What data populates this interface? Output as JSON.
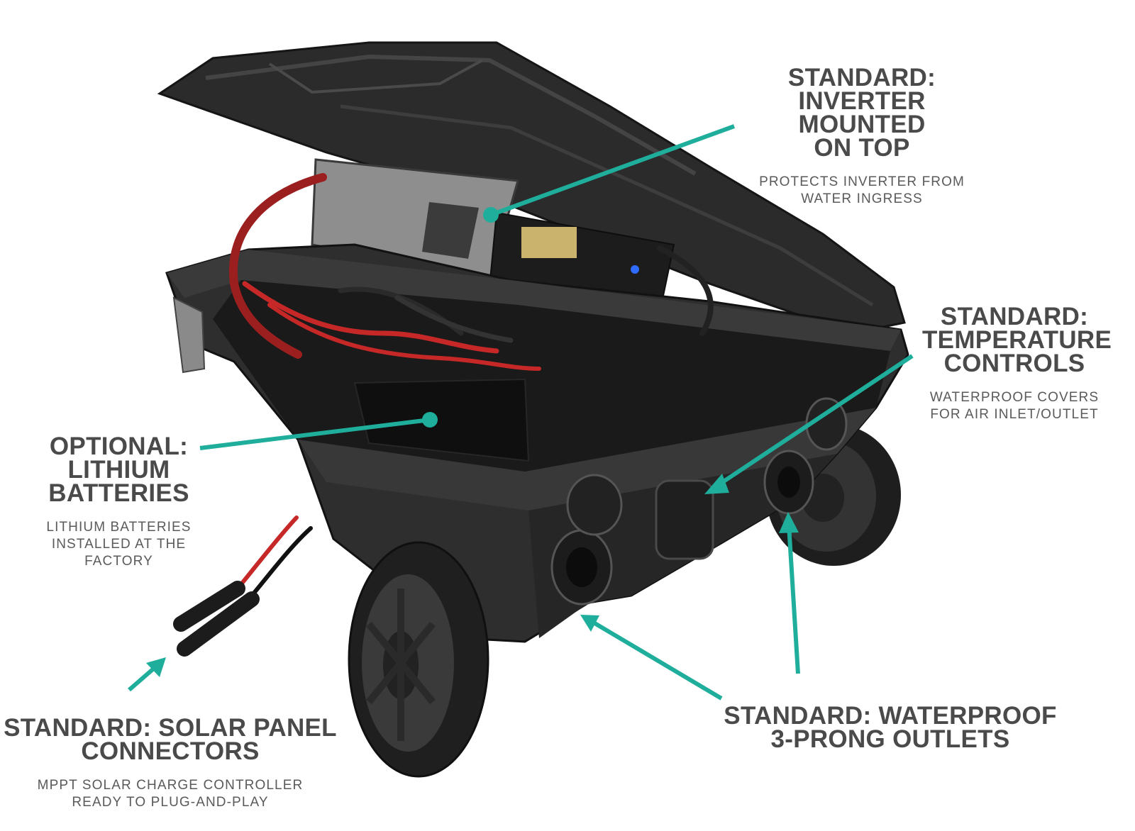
{
  "colors": {
    "accent": "#1fae9c",
    "heading": "#4a4a4a",
    "description": "#5a5a5a"
  },
  "callouts": {
    "inverter": {
      "title": "STANDARD:\nINVERTER MOUNTED\nON TOP",
      "description": "PROTECTS INVERTER FROM\nWATER INGRESS"
    },
    "temperature": {
      "title": "STANDARD:\nTEMPERATURE\nCONTROLS",
      "description": "WATERPROOF COVERS\nFOR AIR INLET/OUTLET"
    },
    "lithium": {
      "title": "OPTIONAL:\nLITHIUM\nBATTERIES",
      "description": "LITHIUM BATTERIES\nINSTALLED AT THE\nFACTORY"
    },
    "outlets": {
      "title": "STANDARD: WATERPROOF\n3-PRONG OUTLETS"
    },
    "solar": {
      "title": "STANDARD: SOLAR PANEL\nCONNECTORS",
      "description": "MPPT SOLAR CHARGE CONTROLLER\nREADY TO PLUG-AND-PLAY"
    }
  }
}
